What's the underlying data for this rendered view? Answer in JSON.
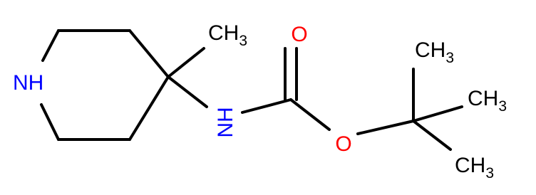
{
  "molecule": {
    "colors": {
      "carbon": "#000000",
      "nitrogen": "#0000ff",
      "oxygen": "#ff0000",
      "background": "#ffffff"
    },
    "labels": {
      "ring_nitrogen": "NH",
      "amide_nitrogen": "NH",
      "carbonyl_oxygen": "O",
      "ester_oxygen": "O",
      "methyl_top": {
        "base": "CH",
        "sub": "3"
      },
      "tbutyl_top": {
        "base": "CH",
        "sub": "3"
      },
      "tbutyl_right": {
        "base": "CH",
        "sub": "3"
      },
      "tbutyl_bottom": {
        "base": "CH",
        "sub": "3"
      }
    }
  }
}
